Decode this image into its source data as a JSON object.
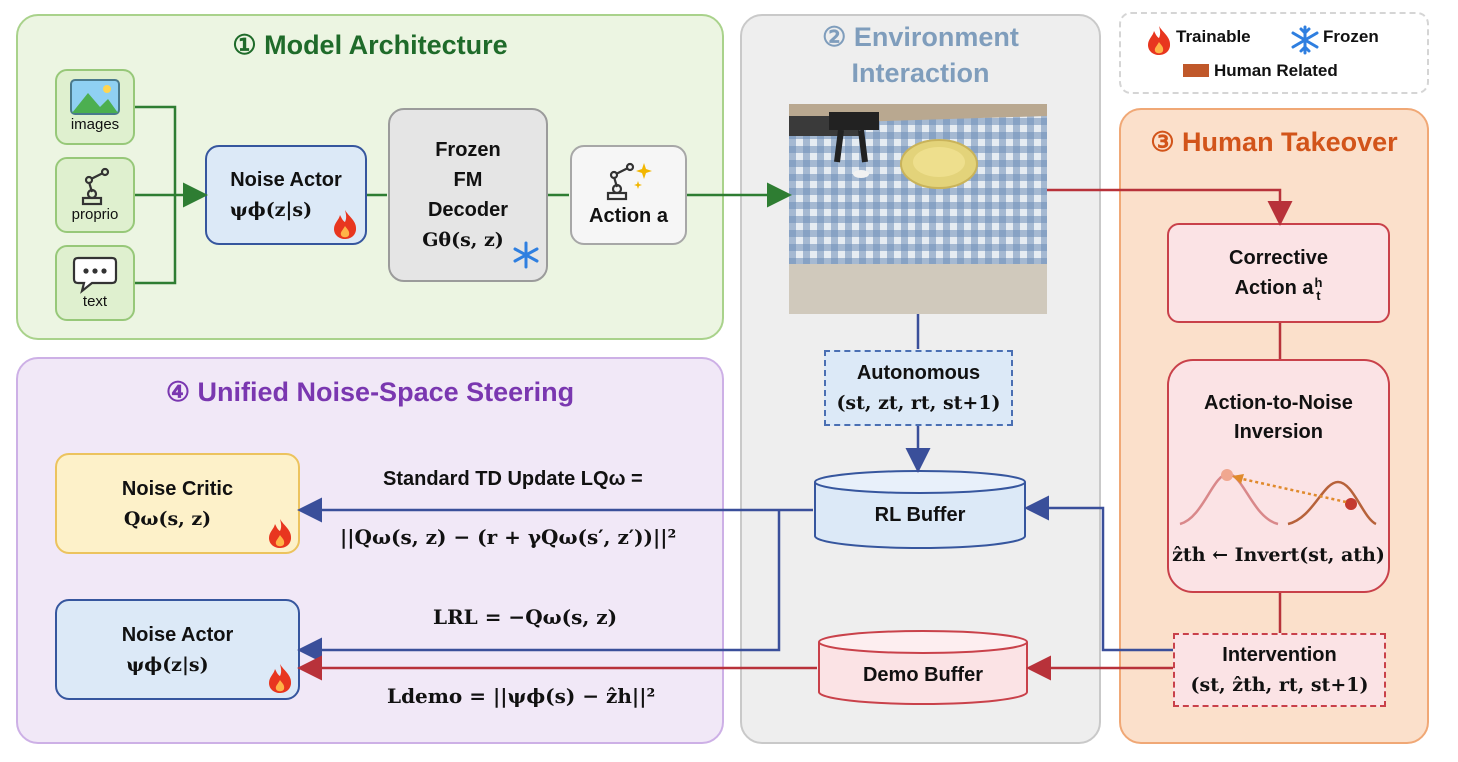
{
  "legend": {
    "trainable": "Trainable",
    "frozen": "Frozen",
    "human_related": "Human Related",
    "colors": {
      "trainable": "#e8361f",
      "frozen": "#2f7fe0",
      "human_related": "#c0582a"
    }
  },
  "panels": {
    "model_architecture": "① Model Architecture",
    "environment_line1": "② Environment",
    "environment_line2": "Interaction",
    "human_takeover": "③ Human Takeover",
    "noise_space": "④ Unified Noise-Space Steering"
  },
  "inputs": {
    "images": "images",
    "proprio": "proprio",
    "text": "text"
  },
  "noise_actor_top": {
    "label": "Noise Actor",
    "formula": "ψϕ(z|s)"
  },
  "decoder": {
    "line1": "Frozen",
    "line2": "FM",
    "line3": "Decoder",
    "formula": "Gθ(s, z)"
  },
  "action": {
    "label": "Action a"
  },
  "autonomous": {
    "label": "Autonomous",
    "tuple": "(st, zt, rt, st+1)"
  },
  "rl_buffer": {
    "label": "RL Buffer"
  },
  "demo_buffer": {
    "label": "Demo Buffer"
  },
  "corrective": {
    "line1": "Corrective",
    "line2": "Action a",
    "sup": "h",
    "sub": "t"
  },
  "inversion": {
    "line1": "Action-to-Noise",
    "line2": "Inversion",
    "formula": "ẑth ← Invert(st, ath)"
  },
  "intervention": {
    "label": "Intervention",
    "tuple": "(st, ẑth, rt, st+1)"
  },
  "noise_critic": {
    "label": "Noise Critic",
    "formula": "Qω(s, z)"
  },
  "noise_actor_bottom": {
    "label": "Noise Actor",
    "formula": "ψϕ(z|s)"
  },
  "equations": {
    "td_title": "Standard TD Update LQω =",
    "td_body": "||Qω(s, z) − (r + γQω(s′, z′))||²",
    "rl_loss": "LRL = −Qω(s, z)",
    "demo_loss": "Ldemo = ||ψϕ(s) − ẑh||²"
  },
  "colors": {
    "green_arrow": "#2e7d32",
    "blue_arrow": "#3a4f9a",
    "red_arrow": "#b8323a"
  }
}
